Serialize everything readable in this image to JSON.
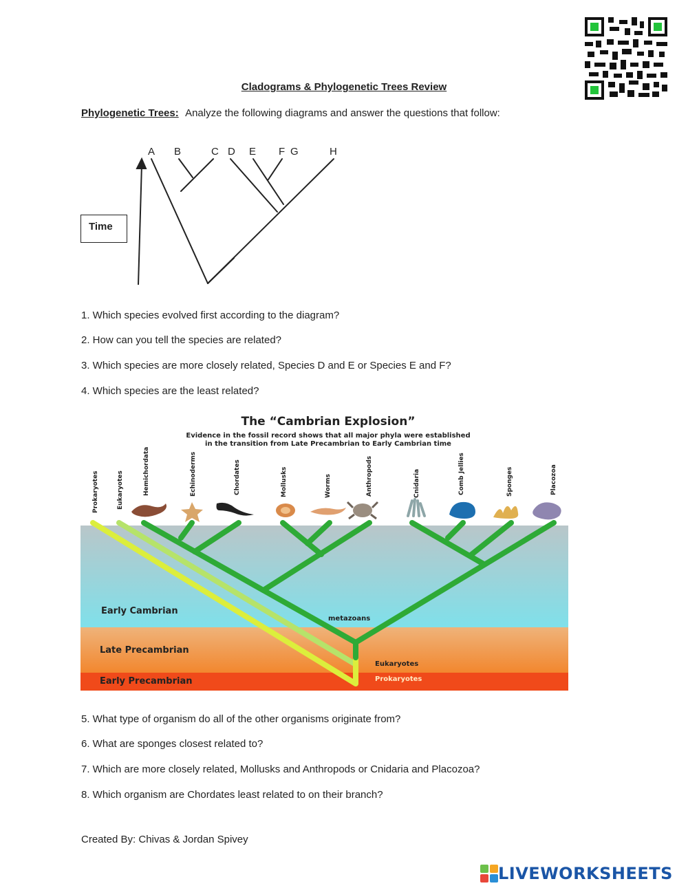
{
  "page_title": "Cladograms & Phylogenetic Trees Review",
  "intro": {
    "label": "Phylogenetic Trees:",
    "text": "Analyze the following diagrams and answer the questions that follow:"
  },
  "cladogram": {
    "species": [
      "A",
      "B",
      "C",
      "D",
      "E",
      "F",
      "G",
      "H"
    ],
    "time_label": "Time"
  },
  "questions_part1": [
    "1.  Which species evolved first according to the diagram?",
    "2.  How can you tell the species are related?",
    "3.  Which species are more closely related, Species D and E or Species E and F?",
    "4.  Which species are the least related?"
  ],
  "cambrian": {
    "title": "The “Cambrian Explosion”",
    "subtitle_line1": "Evidence in the fossil record shows that all major phyla were established",
    "subtitle_line2": "in the transition from Late Precambrian to Early Cambrian time",
    "taxa": [
      "Prokaryotes",
      "Eukaryotes",
      "Hemichordata",
      "Echinoderms",
      "Chordates",
      "Mollusks",
      "Worms",
      "Anthropods",
      "Cnidaria",
      "Comb Jellies",
      "Sponges",
      "Placozoa"
    ],
    "eras": [
      "Early Cambrian",
      "Late Precambrian",
      "Early Precambrian"
    ],
    "node_labels": {
      "metazoans": "metazoans",
      "eukaryotes": "Eukaryotes",
      "prokaryotes": "Prokaryotes"
    },
    "colors": {
      "sky": "#ffffff",
      "sea_top": "#b9c6c9",
      "sea_bottom": "#7fe0ea",
      "late_precambrian": "#f2a45a",
      "early_precambrian": "#f04a1a",
      "branch_green": "#2eaa36",
      "prokaryote_line": "#dcee3c",
      "eukaryote_line": "#b6e36a"
    }
  },
  "questions_part2": [
    "5.  What type of organism do all of the other organisms originate from?",
    "6.  What are sponges closest related to?",
    "7.  Which are more closely related, Mollusks and Anthropods or Cnidaria and Placozoa?",
    "8.  Which organism are Chordates least related to on their branch?"
  ],
  "footer": "Created By: Chivas & Jordan Spivey",
  "brand": "LIVEWORKSHEETS"
}
